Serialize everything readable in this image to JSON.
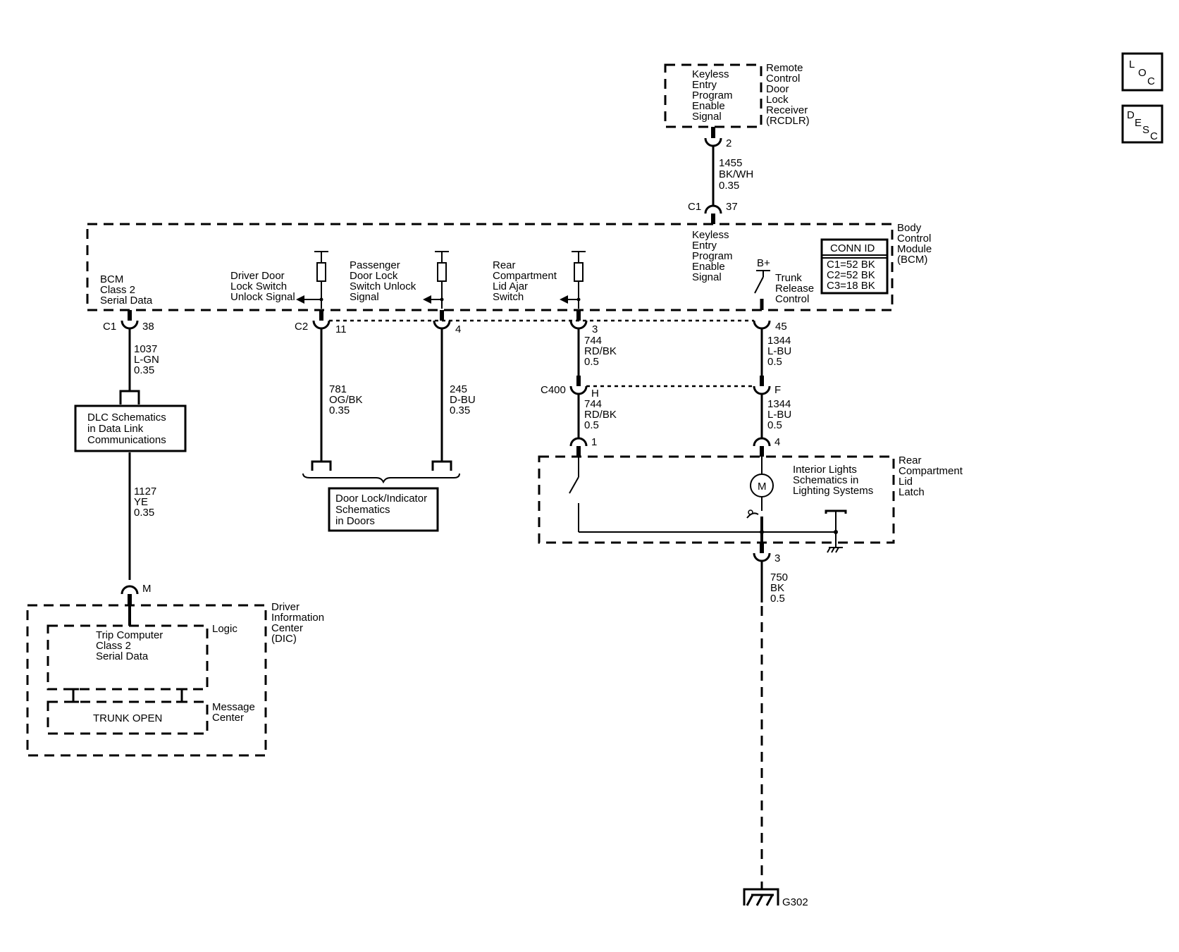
{
  "nav": {
    "loc": [
      "L",
      "O",
      "C"
    ],
    "desc": [
      "D",
      "E",
      "S",
      "C"
    ]
  },
  "rcdlr": {
    "signal": [
      "Keyless",
      "Entry",
      "Program",
      "Enable",
      "Signal"
    ],
    "name": [
      "Remote",
      "Control",
      "Door",
      "Lock",
      "Receiver",
      "(RCDLR)"
    ],
    "pin": "2"
  },
  "wire_1455": [
    "1455",
    "BK/WH",
    "0.35"
  ],
  "bcm": {
    "name": [
      "Body",
      "Control",
      "Module",
      "(BCM)"
    ],
    "c1_label": "C1",
    "c1_pin_37": "37",
    "keyless_signal": [
      "Keyless",
      "Entry",
      "Program",
      "Enable",
      "Signal"
    ],
    "conn_id": {
      "title": "CONN ID",
      "rows": [
        "C1=52 BK",
        "C2=52 BK",
        "C3=18 BK"
      ]
    },
    "serial": [
      "BCM",
      "Class 2",
      "Serial Data"
    ],
    "driver_unlock": [
      "Driver Door",
      "Lock Switch",
      "Unlock Signal"
    ],
    "passenger_unlock": [
      "Passenger",
      "Door Lock",
      "Switch Unlock",
      "Signal"
    ],
    "lid_ajar": [
      "Rear",
      "Compartment",
      "Lid Ajar",
      "Switch"
    ],
    "bplus": "B+",
    "trunk_release": [
      "Trunk",
      "Release",
      "Control"
    ],
    "c1_left": "C1",
    "pin_38": "38",
    "c2_label": "C2",
    "pin_11": "11",
    "pin_4": "4",
    "pin_3": "3",
    "pin_45": "45"
  },
  "wire_1037": [
    "1037",
    "L-GN",
    "0.35"
  ],
  "dlc": [
    "DLC Schematics",
    "in Data Link",
    "Communications"
  ],
  "wire_1127": [
    "1127",
    "YE",
    "0.35"
  ],
  "wire_781": [
    "781",
    "OG/BK",
    "0.35"
  ],
  "wire_245": [
    "245",
    "D-BU",
    "0.35"
  ],
  "door_lock": [
    "Door Lock/Indicator",
    "Schematics",
    "in Doors"
  ],
  "wire_744_a": [
    "744",
    "RD/BK",
    "0.5"
  ],
  "wire_1344_a": [
    "1344",
    "L-BU",
    "0.5"
  ],
  "c400": {
    "label": "C400",
    "pin_h": "H",
    "pin_f": "F"
  },
  "wire_744_b": [
    "744",
    "RD/BK",
    "0.5"
  ],
  "wire_1344_b": [
    "1344",
    "L-BU",
    "0.5"
  ],
  "latch": {
    "pin_1": "1",
    "pin_4": "4",
    "motor": "M",
    "name": [
      "Rear",
      "Compartment",
      "Lid",
      "Latch"
    ],
    "interior": [
      "Interior Lights",
      "Schematics in",
      "Lighting Systems"
    ],
    "pin_3": "3"
  },
  "wire_750": [
    "750",
    "BK",
    "0.5"
  ],
  "ground": "G302",
  "dic": {
    "pin_m": "M",
    "name": [
      "Driver",
      "Information",
      "Center",
      "(DIC)"
    ],
    "trip": [
      "Trip Computer",
      "Class 2",
      "Serial Data"
    ],
    "logic": "Logic",
    "trunk_open": "TRUNK OPEN",
    "message": [
      "Message",
      "Center"
    ]
  }
}
